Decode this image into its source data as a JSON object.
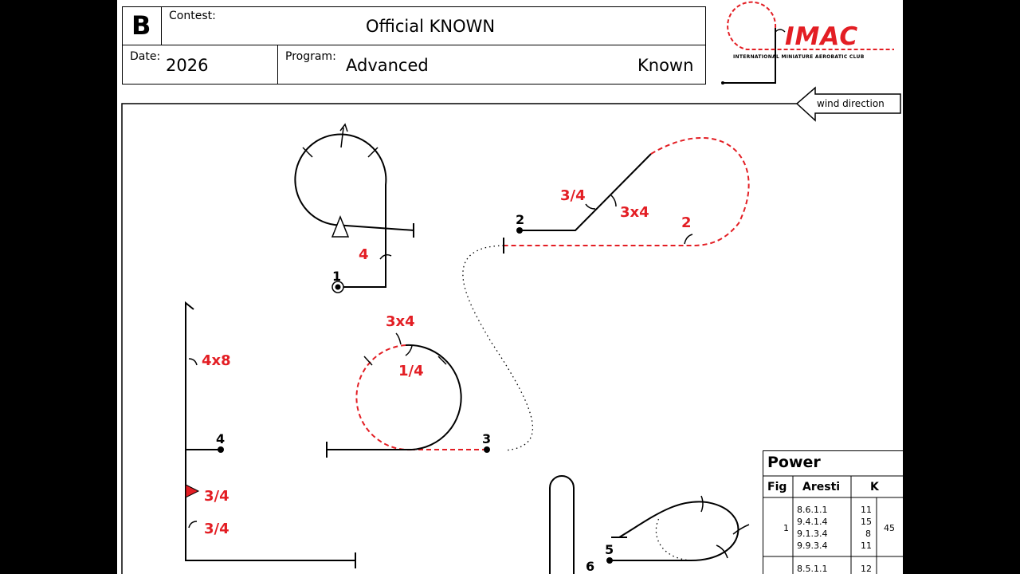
{
  "header": {
    "class_letter": "B",
    "contest_label": "Contest:",
    "contest_value": "Official KNOWN",
    "date_label": "Date:",
    "date_value": "2026",
    "program_label": "Program:",
    "program_value": "Advanced",
    "program_type": "Known"
  },
  "logo": {
    "brand": "IMAC",
    "subtitle": "INTERNATIONAL MINIATURE AEROBATIC CLUB",
    "brand_color": "#e31e24"
  },
  "wind": {
    "label": "wind direction"
  },
  "figures": {
    "numbers": [
      "1",
      "2",
      "3",
      "4",
      "5",
      "6"
    ],
    "roll_labels": {
      "f1_roll": "4",
      "f2_roll_a": "3/4",
      "f2_roll_b": "3x4",
      "f2_roll_c": "2",
      "f3_roll_a": "3x4",
      "f3_roll_b": "1/4",
      "f4_roll_a": "4x8",
      "f4_roll_b": "3/4",
      "f4_roll_c": "3/4"
    }
  },
  "power_table": {
    "title": "Power",
    "headers": [
      "Fig",
      "Aresti",
      "K"
    ],
    "rows": [
      {
        "fig": "1",
        "aresti": [
          "8.6.1.1",
          "9.4.1.4",
          "9.1.3.4",
          "9.9.3.4"
        ],
        "k": [
          "11",
          "15",
          "8",
          "11"
        ],
        "total": "45"
      },
      {
        "fig": "",
        "aresti": [
          "8.5.1.1"
        ],
        "k": [
          "12"
        ],
        "total": ""
      }
    ]
  },
  "colors": {
    "line": "#000000",
    "roll": "#e31e24"
  }
}
